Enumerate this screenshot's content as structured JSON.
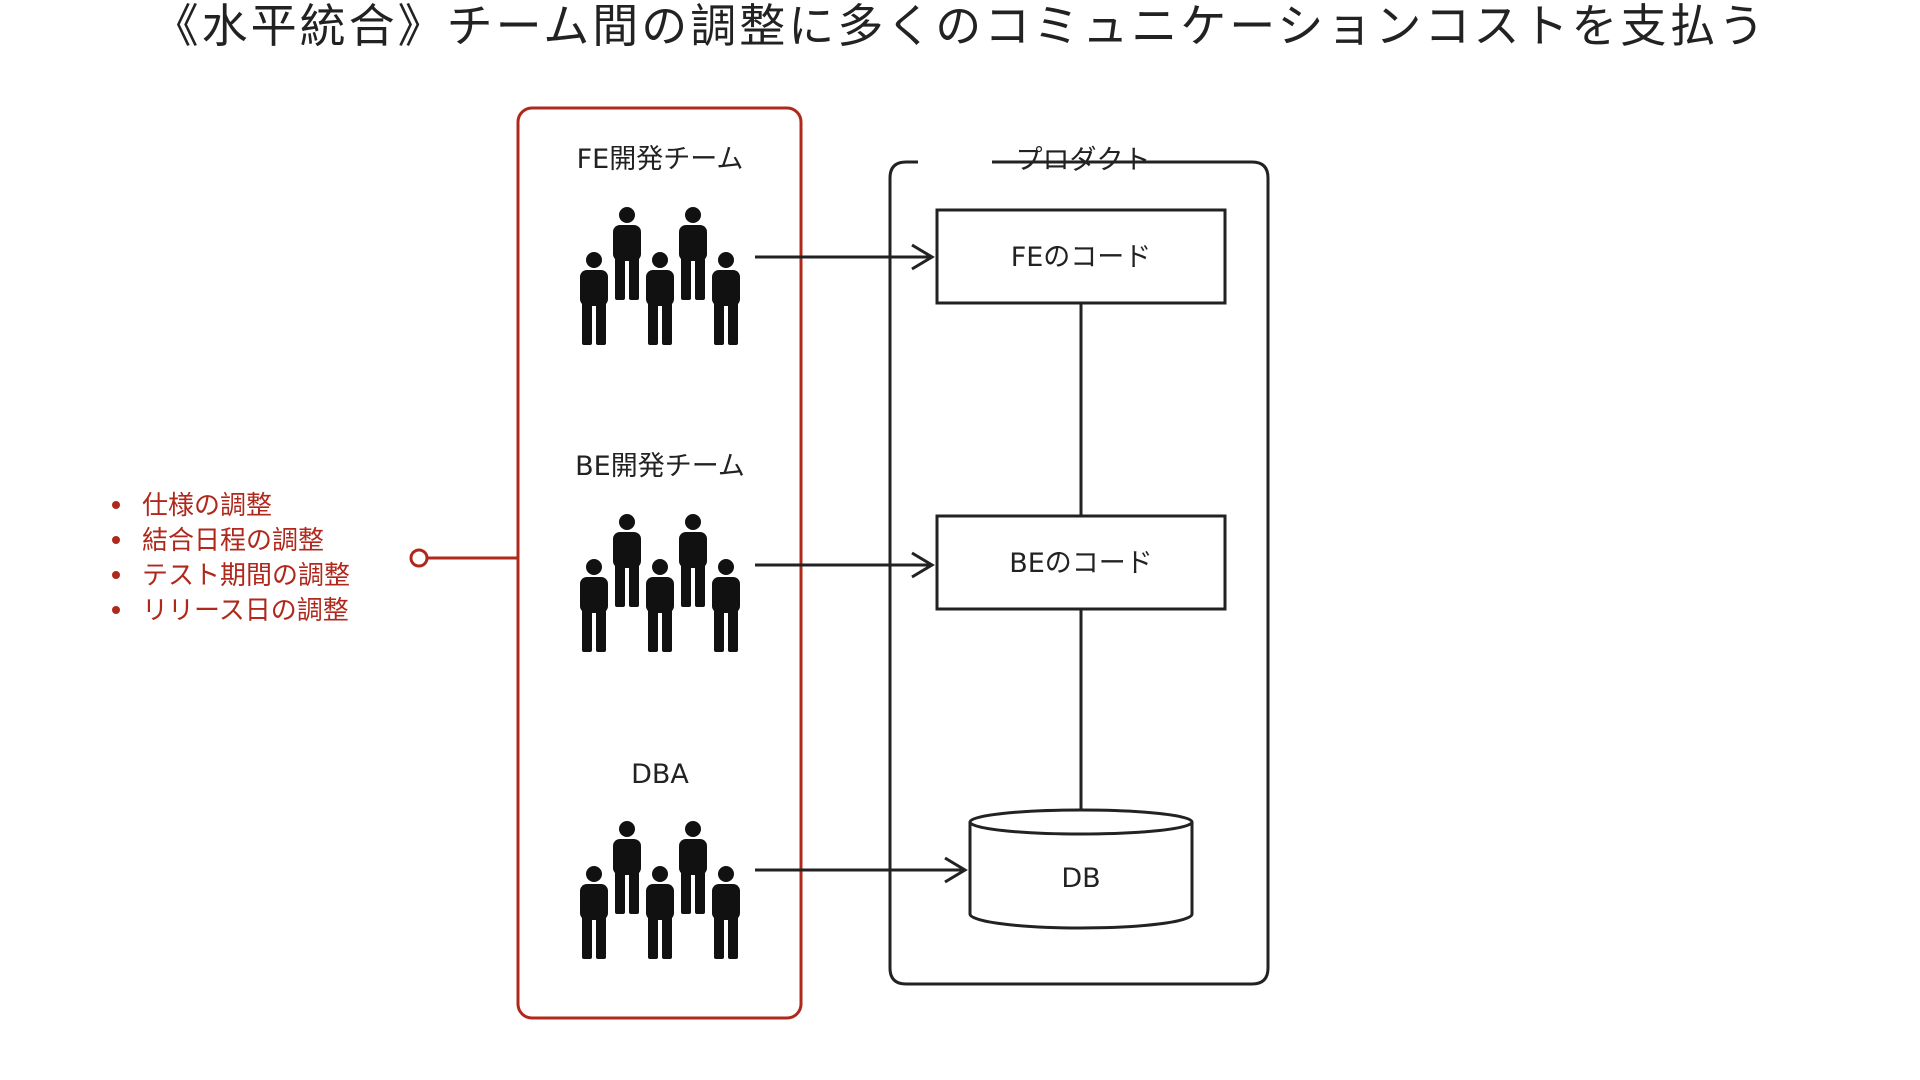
{
  "title": "《水平統合》チーム間の調整に多くのコミュニケーションコストを支払う",
  "teams": [
    {
      "label": "FE開発チーム"
    },
    {
      "label": "BE開発チーム"
    },
    {
      "label": "DBA"
    }
  ],
  "product": {
    "label": "プロダクト",
    "components": [
      {
        "label": "FEのコード"
      },
      {
        "label": "BEのコード"
      },
      {
        "label": "DB"
      }
    ]
  },
  "coordination_items": [
    "仕様の調整",
    "結合日程の調整",
    "テスト期間の調整",
    "リリース日の調整"
  ],
  "colors": {
    "accent": "#b0281c",
    "line": "#222222",
    "background": "#ffffff"
  },
  "icons": {
    "team": "people-group-icon"
  }
}
